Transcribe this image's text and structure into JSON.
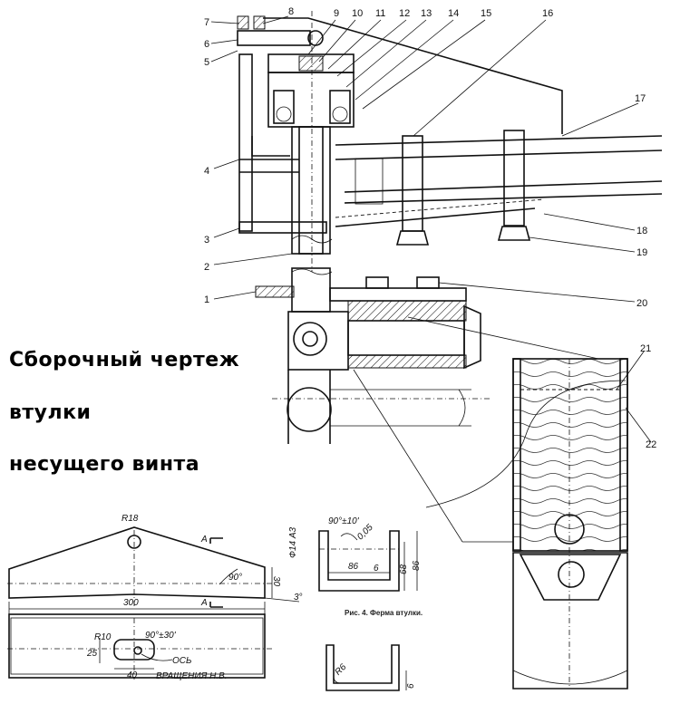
{
  "title_lines": [
    "Сборочный чертеж",
    "втулки",
    "несущего винта"
  ],
  "part_numbers": [
    "1",
    "2",
    "3",
    "4",
    "5",
    "6",
    "7",
    "8",
    "9",
    "10",
    "11",
    "12",
    "13",
    "14",
    "15",
    "16",
    "17",
    "18",
    "19",
    "20",
    "21",
    "22"
  ],
  "caption": "Рис. 4. Ферма втулки.",
  "blade_view": {
    "radius": "R18",
    "section_mark": "А",
    "angle_90": "90°",
    "angle_3": "3°",
    "height": "30",
    "length": "300",
    "slot_radius": "R10",
    "tolerance_angle": "90°±30'",
    "width_25": "25",
    "width_40": "40",
    "axis_label_1": "ОСЬ",
    "axis_label_2": "ВРАЩЕНИЯ Н.В."
  },
  "bracket_view": {
    "tolerance_angle": "90°±10'",
    "slope": "0,05",
    "hole": "Ф14 А3",
    "width": "86",
    "inner_dim": "6",
    "height_68": "68",
    "height_86": "86"
  },
  "channel_view": {
    "radius": "R6",
    "thickness": "6"
  }
}
